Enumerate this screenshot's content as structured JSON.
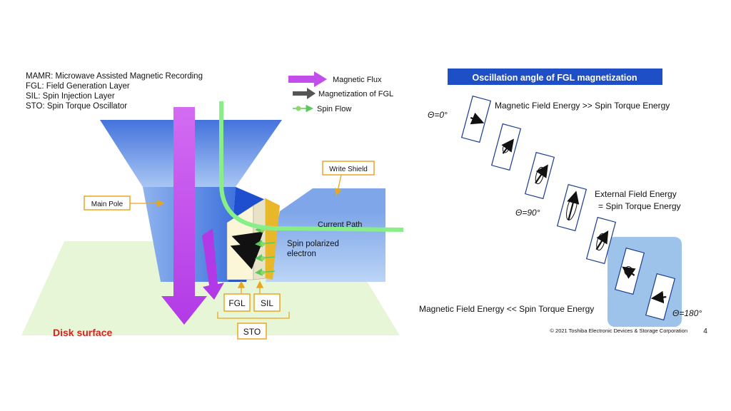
{
  "definitions": [
    "MAMR: Microwave Assisted Magnetic Recording",
    "FGL: Field Generation Layer",
    "SIL: Spin Injection Layer",
    "STO: Spin Torque Oscillator"
  ],
  "legend": {
    "magnetic_flux": "Magnetic Flux",
    "magnetization": "Magnetization of FGL",
    "spin_flow": "Spin Flow"
  },
  "head_labels": {
    "main_pole": "Main Pole",
    "write_shield": "Write Shield",
    "current_path": "Current Path",
    "spin_electron_line1": "Spin polarized",
    "spin_electron_line2": "electron",
    "fgl": "FGL",
    "sil": "SIL",
    "sto": "STO",
    "disk_surface": "Disk surface"
  },
  "oscillation": {
    "title": "Oscillation angle of FGL magnetization",
    "theta_0": "Θ=0°",
    "theta_90": "Θ=90°",
    "theta_180": "Θ=180°",
    "energy_top": "Magnetic Field Energy >> Spin Torque Energy",
    "energy_mid_line1": "External Field Energy",
    "energy_mid_line2": "= Spin Torque Energy",
    "energy_bottom": "Magnetic Field Energy << Spin Torque Energy"
  },
  "footer": {
    "copyright": "© 2021 Toshiba Electronic Devices & Storage Corporation",
    "page_number": "4"
  },
  "colors": {
    "flux_magenta": "#c24dea",
    "spin_green": "#88ee88",
    "label_border": "#e8a722",
    "title_bg": "#1f4fc6",
    "pole_blue": "#4a7fe0",
    "shield_blue": "#a9c6f2",
    "disk_green": "#e8f6d8",
    "highlight_blue": "#9ec3ea"
  }
}
